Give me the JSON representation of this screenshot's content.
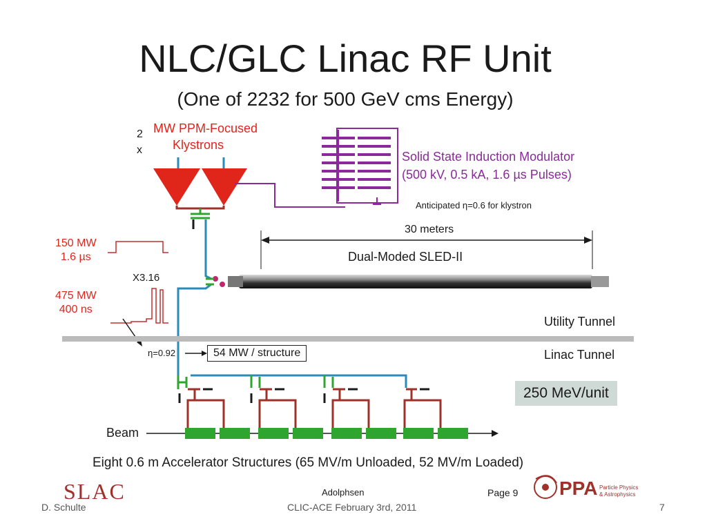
{
  "slide": {
    "title": "NLC/GLC Linac RF Unit",
    "subtitle": "(One of 2232 for 500 GeV cms Energy)"
  },
  "klystron": {
    "count_label_line1": "2",
    "count_label_line2": "x",
    "label_line1": "MW PPM-Focused",
    "label_line2": "Klystrons"
  },
  "modulator": {
    "label_line1": "Solid State Induction Modulator",
    "label_line2": "(500 kV, 0.5 kA, 1.6 µs Pulses)",
    "efficiency_note": "Anticipated  η=0.6 for klystron"
  },
  "pulses": {
    "input_power": "150 MW",
    "input_length": "1.6 µs",
    "compression": "X3.16",
    "output_power": "475 MW",
    "output_length": "400 ns"
  },
  "sled": {
    "length": "30 meters",
    "label": "Dual-Moded SLED-II"
  },
  "tunnels": {
    "utility": "Utility Tunnel",
    "linac": "Linac Tunnel"
  },
  "distribution": {
    "efficiency": "η=0.92",
    "power_per_structure": "54 MW / structure",
    "energy_per_unit": "250 MeV/unit"
  },
  "beam": {
    "label": "Beam",
    "caption": "Eight 0.6 m Accelerator Structures (65 MV/m Unloaded, 52 MV/m Loaded)"
  },
  "footer": {
    "slac_logo": "SLAC",
    "author_small": "Adolphsen",
    "page_ref": "Page 9",
    "ppa_logo": "PPA",
    "ppa_line1": "Particle Physics",
    "ppa_line2": "& Astrophysics",
    "presenter": "D. Schulte",
    "event": "CLIC-ACE February 3rd, 2011",
    "slide_number": "7"
  },
  "colors": {
    "klystron_red": "#e0251b",
    "modulator_purple": "#8a2a9a",
    "waveguide_blue": "#2a8ab8",
    "load_red": "#a0302a",
    "structure_green": "#2ea52e",
    "tunnel_grey": "#bbbbbb"
  }
}
